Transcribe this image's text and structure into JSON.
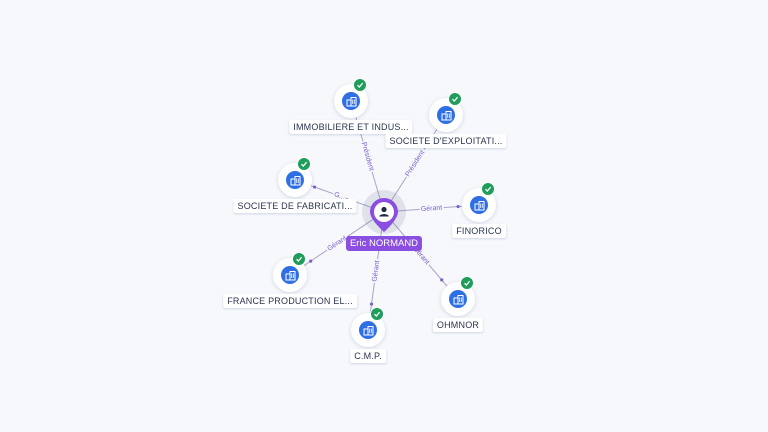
{
  "person": {
    "name": "Eric NORMAND",
    "icon": "person-icon"
  },
  "companies": [
    {
      "id": "immobiliere",
      "label": "IMMOBILIERE ET INDUS...",
      "role": "Président",
      "icon": "building-icon",
      "verified": true
    },
    {
      "id": "exploitation",
      "label": "SOCIETE D'EXPLOITATI...",
      "role": "Président",
      "icon": "building-icon",
      "verified": true
    },
    {
      "id": "finorico",
      "label": "FINORICO",
      "role": "Gérant",
      "icon": "building-icon",
      "verified": true
    },
    {
      "id": "ohmnor",
      "label": "OHMNOR",
      "role": "Gérant",
      "icon": "building-icon",
      "verified": true
    },
    {
      "id": "cmp",
      "label": "C.M.P.",
      "role": "Gérant",
      "icon": "building-icon",
      "verified": true
    },
    {
      "id": "france",
      "label": "FRANCE PRODUCTION EL...",
      "role": "Gérant",
      "icon": "building-icon",
      "verified": true
    },
    {
      "id": "fabrication",
      "label": "SOCIETE DE FABRICATI...",
      "role": "G...",
      "icon": "building-icon",
      "verified": true
    }
  ],
  "colors": {
    "person": "#8a4fe0",
    "company": "#2f6fe4",
    "verified": "#1e9e5a",
    "edge": "#7a5fcf"
  }
}
